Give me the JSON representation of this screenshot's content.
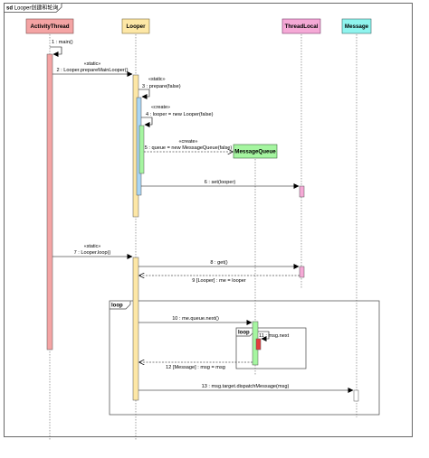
{
  "diagram": {
    "frame_keyword": "sd",
    "frame_title": "Looper创建和轮询",
    "lifelines": [
      {
        "id": "activity",
        "label": "ActivityThread",
        "color": "#f4a4a4"
      },
      {
        "id": "looper",
        "label": "Looper",
        "color": "#fde7a6"
      },
      {
        "id": "threadlocal",
        "label": "ThreadLocal",
        "color": "#f5a9d6"
      },
      {
        "id": "message",
        "label": "Message",
        "color": "#8ff4ee"
      }
    ],
    "created_object": {
      "id": "mq",
      "label": "MessageQueue",
      "color": "#a5f5a0"
    },
    "messages": [
      {
        "id": "m1",
        "label": "1 : main()",
        "stereotype": ""
      },
      {
        "id": "m2",
        "label": "2 : Looper.prepareMainLooper()",
        "stereotype": "«static»"
      },
      {
        "id": "m3",
        "label": "3 : prepare(false)",
        "stereotype": "«static»"
      },
      {
        "id": "m4",
        "label": "4 : looper = new Looper(false)",
        "stereotype": "«create»"
      },
      {
        "id": "m5",
        "label": "5 : queue = new MessageQueue(false)",
        "stereotype": "«create»"
      },
      {
        "id": "m6",
        "label": "6 : set(looper)",
        "stereotype": ""
      },
      {
        "id": "m7",
        "label": "7 : Looper.loop()",
        "stereotype": "«static»"
      },
      {
        "id": "m8",
        "label": "8 : get()",
        "stereotype": ""
      },
      {
        "id": "m9",
        "label": "9 [Looper] : me = looper",
        "stereotype": ""
      },
      {
        "id": "m10",
        "label": "10 : me.queue.next()",
        "stereotype": ""
      },
      {
        "id": "m11",
        "label": "11 : msg.next",
        "stereotype": ""
      },
      {
        "id": "m12",
        "label": "12 [Message] : msg = msg",
        "stereotype": ""
      },
      {
        "id": "m13",
        "label": "13 : msg.target.dispatchMessage(msg)",
        "stereotype": ""
      }
    ],
    "fragments": [
      {
        "id": "loop-outer",
        "label": "loop"
      },
      {
        "id": "loop-inner",
        "label": "loop"
      }
    ],
    "colors": {
      "activation_red": "#f4a4a4",
      "activation_yellow": "#fde7a6",
      "activation_blue": "#a9d6f5",
      "activation_green": "#a5f5a0",
      "activation_pink": "#f5a9d6",
      "activation_darkred": "#e43d3d",
      "activation_white": "#ffffff"
    }
  }
}
